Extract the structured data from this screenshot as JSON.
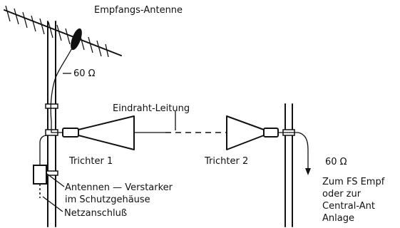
{
  "labels": {
    "antenna_title": "Empfangs-Antenne",
    "impedance_top": "60 Ω",
    "wire_label": "Eindraht-Leitung",
    "horn1": "Trichter 1",
    "horn2": "Trichter 2",
    "impedance_right": "60 Ω",
    "amp_line1": "Antennen — Verstarker",
    "amp_line2": "im Schutzgehäuse",
    "power": "Netzanschluß",
    "dest_line1": "Zum FS Empf",
    "dest_line2": "oder zur",
    "dest_line3": "Central-Ant",
    "dest_line4": "Anlage"
  }
}
